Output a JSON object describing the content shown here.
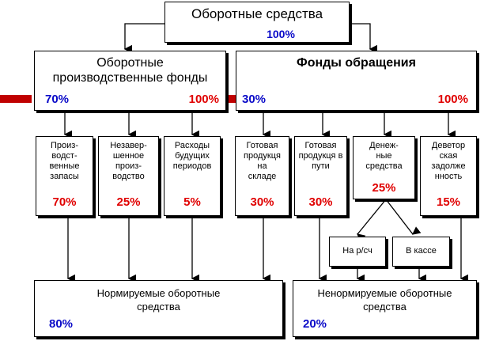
{
  "top": {
    "title": "Оборотные средства",
    "percent": "100%"
  },
  "production_funds": {
    "title_line1": "Оборотные",
    "title_line2": "производственные фонды",
    "percent_share": "70%",
    "percent_total": "100%"
  },
  "circulation_funds": {
    "title": "Фонды обращения",
    "percent_share": "30%",
    "percent_total": "100%"
  },
  "items": [
    {
      "lines": [
        "Произ-",
        "водст-",
        "венные",
        "запасы"
      ],
      "percent": "70%"
    },
    {
      "lines": [
        "Незавер-",
        "шенное",
        "произ-",
        "водство"
      ],
      "percent": "25%"
    },
    {
      "lines": [
        "Расходы",
        "будущих",
        "периодов"
      ],
      "percent": "5%"
    },
    {
      "lines": [
        "Готовая",
        "продукця",
        "на",
        "складе"
      ],
      "percent": "30%"
    },
    {
      "lines": [
        "Готовая",
        "продукця в",
        "пути"
      ],
      "percent": "30%"
    },
    {
      "lines": [
        "Денеж-",
        "ные",
        "средства"
      ],
      "percent": "25%"
    },
    {
      "lines": [
        "Деветор",
        "ская",
        "задолже",
        "нность"
      ],
      "percent": "15%"
    }
  ],
  "cash": {
    "account": "На р/сч",
    "register": "В кассе"
  },
  "normed": {
    "title_line1": "Нормируемые оборотные",
    "title_line2": "средства",
    "percent": "80%"
  },
  "unnormed": {
    "title_line1": "Ненормируемые оборотные",
    "title_line2": "средства",
    "percent": "20%"
  },
  "colors": {
    "blue": "#0a0ac8",
    "red": "#e00000",
    "bar": "#c00000"
  }
}
